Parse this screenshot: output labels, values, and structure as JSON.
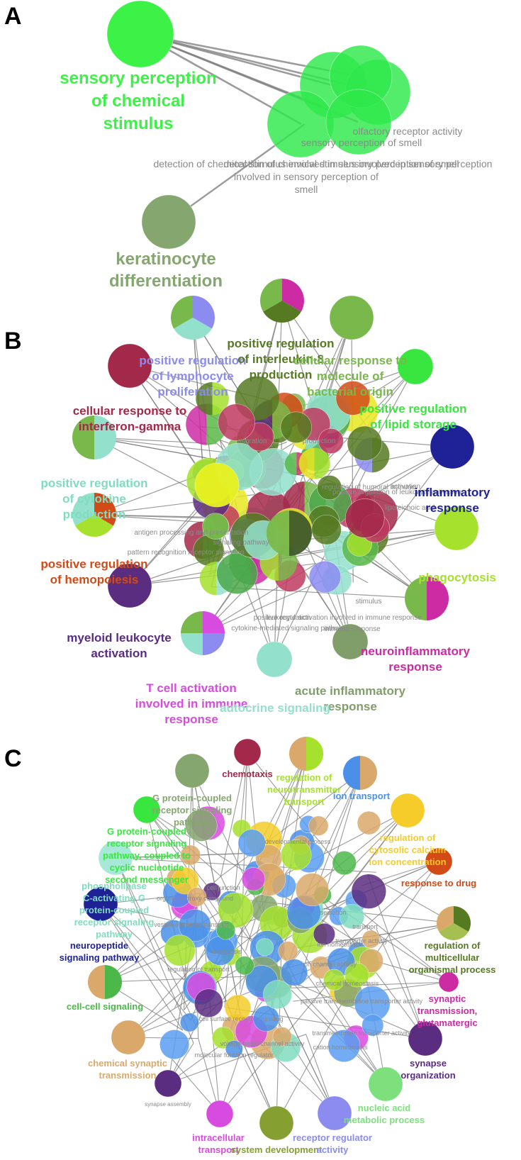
{
  "panels": [
    {
      "letter": "A"
    },
    {
      "letter": "B"
    },
    {
      "letter": "C"
    }
  ],
  "panel_a": {
    "main_terms": [
      {
        "id": "a-sensory",
        "label": "sensory perception\nof chemical\nstimulus",
        "color": "#3df247"
      },
      {
        "id": "a-keratinocyte",
        "label": "keratinocyte\ndifferentiation",
        "color": "#85a66f"
      }
    ],
    "cluster_terms": [
      "olfactory receptor activity",
      "sensory perception of smell",
      "detection of chemical stimulus involved in sensory perception of smell",
      "detection of chemical stimulus involved in sensory perception",
      "detection of chemical stimulus"
    ]
  },
  "panel_b": {
    "main_terms": [
      {
        "label": "positive regulation\nof lymphocyte\nproliferation",
        "color": "#8b8bf0"
      },
      {
        "label": "positive regulation\nof interleukin-8\nproduction",
        "color": "#567a22"
      },
      {
        "label": "cellular response to\nmolecule of\nbacterial origin",
        "color": "#79b84a"
      },
      {
        "label": "cellular response to\ninterferon-gamma",
        "color": "#a3294a"
      },
      {
        "label": "positive regulation\nof lipid storage",
        "color": "#38e63f"
      },
      {
        "label": "inflammatory\nresponse",
        "color": "#1f2296"
      },
      {
        "label": "positive regulation\nof cytokine\nproduction",
        "color": "#7fdcbe"
      },
      {
        "label": "phagocytosis",
        "color": "#a5e12d"
      },
      {
        "label": "positive regulation\nof hemopoiesis",
        "color": "#d24b17"
      },
      {
        "label": "myeloid leukocyte\nactivation",
        "color": "#5a2d80"
      },
      {
        "label": "neuroinflammatory\nresponse",
        "color": "#cc2ba3"
      },
      {
        "label": "T cell activation\ninvolved in immune\nresponse",
        "color": "#d84be0"
      },
      {
        "label": "acute inflammatory\nresponse",
        "color": "#7f9e6a"
      },
      {
        "label": "autocrine signaling",
        "color": "#93e0cc"
      }
    ],
    "small_terms": [
      "positive regulation of leukocyte activation",
      "lipoteichoic acid",
      "activation",
      "leukocyte activation involved in immune response",
      "cytokine-mediated signaling pathway",
      "positive regulation",
      "immune response",
      "stimulus",
      "antigen processing and presentation",
      "pattern recognition receptor signaling",
      "signaling pathway",
      "production",
      "migration",
      "regulation of humoral immune"
    ]
  },
  "panel_c": {
    "main_terms": [
      {
        "label": "chemotaxis",
        "color": "#a3294a"
      },
      {
        "label": "G protein-coupled\nreceptor signaling\npathway",
        "color": "#85a66f"
      },
      {
        "label": "regulation of\nneurotransmitter\ntransport",
        "color": "#a5e12d"
      },
      {
        "label": "ion transport",
        "color": "#4a90e8"
      },
      {
        "label": "G protein-coupled\nreceptor signaling\npathway, coupled to\ncyclic nucleotide\nsecond messenger",
        "color": "#38e63f"
      },
      {
        "label": "regulation of\ncytosolic calcium\nion concentration",
        "color": "#f5cc2a"
      },
      {
        "label": "response to drug",
        "color": "#d24b17"
      },
      {
        "label": "phospholipase\nC-activating G\nprotein-coupled\nreceptor signaling\npathway",
        "color": "#7fdcbe"
      },
      {
        "label": "neuropeptide\nsignaling pathway",
        "color": "#1f2296"
      },
      {
        "label": "regulation of\nmulticellular\norganismal process",
        "color": "#567a22"
      },
      {
        "label": "cell-cell signaling",
        "color": "#4cb84a"
      },
      {
        "label": "synaptic\ntransmission,\nglutamatergic",
        "color": "#cc2ba3"
      },
      {
        "label": "chemical synaptic\ntransmission",
        "color": "#d9a86a"
      },
      {
        "label": "synapse\norganization",
        "color": "#5a2d80"
      },
      {
        "label": "nucleic acid\nmetabolic process",
        "color": "#7de07d"
      },
      {
        "label": "intracellular\ntransport",
        "color": "#d84be0"
      },
      {
        "label": "system development",
        "color": "#85a030"
      },
      {
        "label": "receptor regulator\nactivity",
        "color": "#8b8bf0"
      }
    ],
    "small_terms": [
      "synapse assembly",
      "molecular function regulator",
      "ion channel activity",
      "transporter activity",
      "passive transmembrane transporter activity",
      "cation homeostasis",
      "vesicle-mediated transport",
      "regulation of transport",
      "cell surface receptor signaling",
      "voltage-gated channel activity",
      "transmembrane transporter activity",
      "developmental process",
      "ion homeostasis",
      "secretion",
      "chemical homeostasis",
      "cell junction",
      "organic hydroxy compound",
      "transport",
      "exocytosis"
    ]
  }
}
